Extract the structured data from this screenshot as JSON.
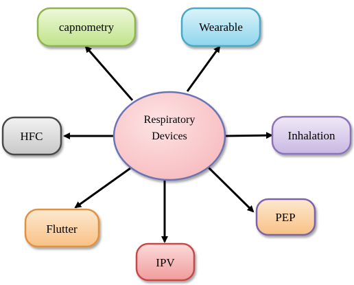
{
  "diagram": {
    "center": {
      "line1": "Respiratory",
      "line2": "Devices",
      "fill": "#f9c5c8",
      "stroke": "#6b73b3"
    },
    "nodes": {
      "capnometry": {
        "label": "capnometry",
        "fill": "#cfeaa0",
        "stroke": "#8fb34e"
      },
      "wearable": {
        "label": "Wearable",
        "fill": "#a6def0",
        "stroke": "#47a9c6"
      },
      "hfc": {
        "label": "HFC",
        "fill": "#d9d9d9",
        "stroke": "#4a4a4a"
      },
      "inhalation": {
        "label": "Inhalation",
        "fill": "#d8cbea",
        "stroke": "#8c73b8"
      },
      "flutter": {
        "label": "Flutter",
        "fill": "#fbd1a2",
        "stroke": "#e0903f"
      },
      "pep": {
        "label": "PEP",
        "fill": "#fbd1a2",
        "stroke": "#7a63a8"
      },
      "ipv": {
        "label": "IPV",
        "fill": "#f4b3b3",
        "stroke": "#c64a4a"
      }
    }
  }
}
